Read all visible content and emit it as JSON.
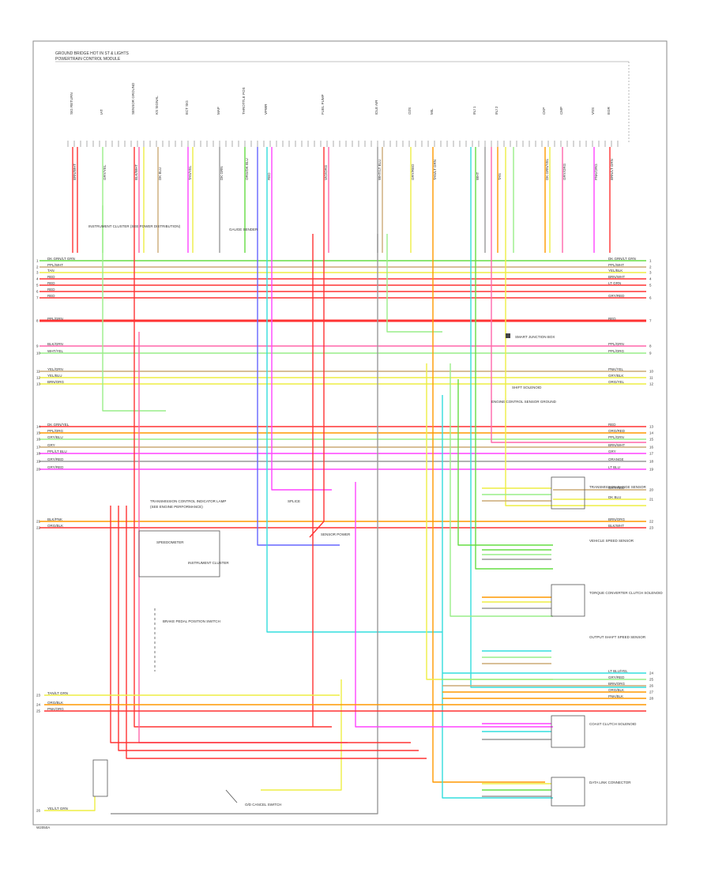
{
  "header": {
    "line1": "GROUND BRIDGE HOT IN ST & LIGHTS",
    "line2": "POWERTRAIN CONTROL MODULE"
  },
  "footer": {
    "code": "W2050A"
  },
  "colors": {
    "red": "#ff3333",
    "pink": "#ff66aa",
    "magenta": "#ff44ff",
    "orange": "#ff9900",
    "yellow": "#eeee44",
    "green": "#66dd44",
    "lightgreen": "#99ee88",
    "cyan": "#33dddd",
    "blue": "#6666ff",
    "tan": "#ccaa77",
    "gray": "#999999",
    "black": "#222222"
  },
  "top_pins": [
    {
      "label": "SIG RETURN",
      "wire": "BRN/WHT"
    },
    {
      "label": "IAT",
      "wire": "GRY/YEL"
    },
    {
      "label": "SENSOR GROUND",
      "wire": "BLK/WHT"
    },
    {
      "label": "KS SIGNAL",
      "wire": "DK BLU"
    },
    {
      "label": "ECT SIG",
      "wire": "TAN/YEL"
    },
    {
      "label": "MAP",
      "wire": "DK GRN"
    },
    {
      "label": "THROTTLE POS",
      "wire": "ORG/DK BLU"
    },
    {
      "label": "VPWR",
      "wire": "RED"
    },
    {
      "label": "FUEL PUMP",
      "wire": "VIO/ORG"
    },
    {
      "label": "IDLE AIR",
      "wire": "WHT/LT BLU"
    },
    {
      "label": "O2S",
      "wire": "GRY/RED"
    },
    {
      "label": "MIL",
      "wire": "TAN/LT GRN"
    },
    {
      "label": "INJ 1",
      "wire": "WHT"
    },
    {
      "label": "INJ 2",
      "wire": "TAN"
    },
    {
      "label": "CKP",
      "wire": "DK GRN/YEL"
    },
    {
      "label": "CMP",
      "wire": "GRY/ORG"
    },
    {
      "label": "VSS",
      "wire": "PNK/ORG"
    },
    {
      "label": "EGR",
      "wire": "BRN/LT GRN"
    }
  ],
  "right_wires": [
    {
      "wire": "DK GRN/LT GRN",
      "num": "1"
    },
    {
      "wire": "PPL/WHT",
      "num": "2"
    },
    {
      "wire": "YEL/BLK",
      "num": "3"
    },
    {
      "wire": "BRN/WHT",
      "num": "4"
    },
    {
      "wire": "LT GRN",
      "num": "5"
    },
    {
      "wire": "GRY/RED",
      "num": "6"
    },
    {
      "wire": "RED",
      "num": "7"
    },
    {
      "wire": "PPL/GRN",
      "num": "8"
    },
    {
      "wire": "PPL/ORG",
      "num": "9"
    },
    {
      "wire": "PNK/YEL",
      "num": "10"
    },
    {
      "wire": "GRY/BLK",
      "num": "11"
    },
    {
      "wire": "ORG/YEL",
      "num": "12"
    },
    {
      "wire": "RED",
      "num": "13"
    },
    {
      "wire": "ORG/RED",
      "num": "14"
    },
    {
      "wire": "PPL/GRN",
      "num": "15"
    },
    {
      "wire": "BRN/WHT",
      "num": "16"
    },
    {
      "wire": "GRY",
      "num": "17"
    },
    {
      "wire": "ORANGE",
      "num": "18"
    },
    {
      "wire": "LT BLU",
      "num": "19"
    },
    {
      "wire": "GRY/RED",
      "num": "20"
    },
    {
      "wire": "DK BLU",
      "num": "21"
    },
    {
      "wire": "BRN/ORG",
      "num": "22"
    },
    {
      "wire": "BLK/WHT",
      "num": "23"
    }
  ],
  "left_wires": [
    {
      "wire": "DK GRN/LT GRN",
      "num": "1"
    },
    {
      "wire": "PPL/WHT",
      "num": "2"
    },
    {
      "wire": "TAN",
      "num": "3"
    },
    {
      "wire": "RED",
      "num": "4"
    },
    {
      "wire": "RED",
      "num": "5"
    },
    {
      "wire": "RED",
      "num": "6"
    },
    {
      "wire": "RED",
      "num": "7"
    },
    {
      "wire": "PPL/GRN",
      "num": "8"
    },
    {
      "wire": "BLK/GRN",
      "num": "9"
    },
    {
      "wire": "WHT/YEL",
      "num": "10"
    },
    {
      "wire": "YEL/GRN",
      "num": "11"
    },
    {
      "wire": "YEL/BLU",
      "num": "12"
    },
    {
      "wire": "BRN/ORG",
      "num": "13"
    },
    {
      "wire": "DK GRN/YEL",
      "num": "14"
    },
    {
      "wire": "PPL/ORG",
      "num": "15"
    },
    {
      "wire": "GRY/BLU",
      "num": "16"
    },
    {
      "wire": "GRY",
      "num": "17"
    },
    {
      "wire": "PPL/LT BLU",
      "num": "18"
    },
    {
      "wire": "GRY/RED",
      "num": "19"
    },
    {
      "wire": "GRY/RED",
      "num": "20"
    },
    {
      "wire": "BLK/PNK",
      "num": "21"
    },
    {
      "wire": "ORG/BLK",
      "num": "22"
    }
  ],
  "lower_left_wires": [
    {
      "wire": "TAN/LT GRN",
      "num": "23"
    },
    {
      "wire": "ORG/BLK",
      "num": "24"
    },
    {
      "wire": "PNK/ORG",
      "num": "25"
    },
    {
      "wire": "YEL/LT GRN",
      "num": "26"
    }
  ],
  "lower_right_wires": [
    {
      "wire": "LT BLU/YEL",
      "num": "24"
    },
    {
      "wire": "GRY/RED",
      "num": "25"
    },
    {
      "wire": "BRN/ORG",
      "num": "26"
    },
    {
      "wire": "ORG/BLK",
      "num": "27"
    },
    {
      "wire": "PNK/BLK",
      "num": "28"
    }
  ],
  "components": {
    "instrument_cluster_top": "INSTRUMENT CLUSTER (SEE POWER DISTRIBUTION)",
    "splice_mid": "SPLICE",
    "transmission_range": "TRANSMISSION RANGE SENSOR",
    "vehicle_speed": "VEHICLE SPEED SENSOR",
    "shift_solenoid": "SHIFT SOLENOID",
    "torque_converter": "TORQUE CONVERTER CLUTCH SOLENOID",
    "speedometer": "SPEEDOMETER",
    "instrument_cluster": "INSTRUMENT CLUSTER",
    "data_link": "DATA LINK CONNECTOR",
    "output_shaft": "OUTPUT SHAFT SPEED SENSOR",
    "coast_clutch": "COAST CLUTCH SOLENOID",
    "brake_switch": "BRAKE PEDAL POSITION SWITCH",
    "od_cancel": "O/D CANCEL SWITCH",
    "trans_control": "TRANSMISSION CONTROL INDICATOR LAMP",
    "engine_control": "ENGINE CONTROL SENSOR GROUND",
    "gauge_sender": "GAUGE SENDER",
    "sensor_power": "SENSOR POWER",
    "trs_note": "(SEE ENGINE PERFORMANCE)",
    "smart_junction": "SMART JUNCTION BOX"
  }
}
